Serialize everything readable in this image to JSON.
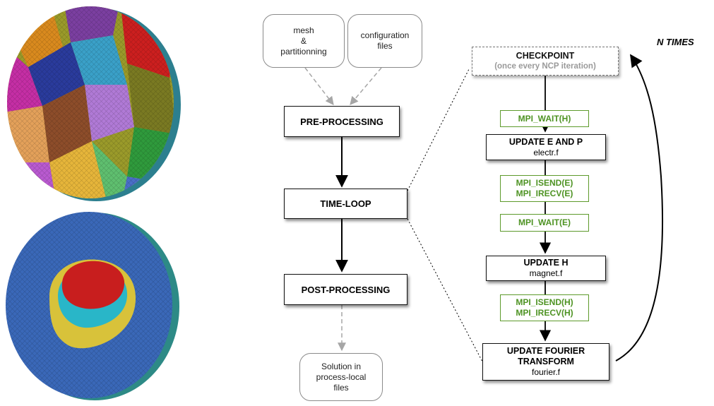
{
  "inputs": {
    "mesh": [
      "mesh",
      "&",
      "partitionning"
    ],
    "config": [
      "configuration",
      "files"
    ]
  },
  "main_flow": {
    "pre": "PRE-PROCESSING",
    "loop": "TIME-LOOP",
    "post": "POST-PROCESSING"
  },
  "output": [
    "Solution in",
    "process-local",
    "files"
  ],
  "loop_detail": {
    "checkpoint": {
      "title": "CHECKPOINT",
      "note": "(once every NCP iteration)"
    },
    "mpi_wait_h": "MPI_WAIT(H)",
    "update_e": {
      "title": "UPDATE E AND P",
      "file": "electr.f"
    },
    "mpi_send_e": [
      "MPI_ISEND(E)",
      "MPI_IRECV(E)"
    ],
    "mpi_wait_e": "MPI_WAIT(E)",
    "update_h": {
      "title": "UPDATE H",
      "file": "magnet.f"
    },
    "mpi_send_h": [
      "MPI_ISEND(H)",
      "MPI_IRECV(H)"
    ],
    "update_fourier": {
      "title": [
        "UPDATE FOURIER",
        "TRANSFORM"
      ],
      "file": "fourier.f"
    }
  },
  "repeat_label": "N TIMES",
  "images": {
    "top": "partitioned-mesh-sphere-image",
    "bottom": "head-model-mesh-sphere-image"
  },
  "colors": {
    "mpi_green": "#4e9323",
    "mesh_blue": "#3a68b8",
    "brain_red": "#c81e1e",
    "tissue_yellow": "#d8c23a"
  }
}
